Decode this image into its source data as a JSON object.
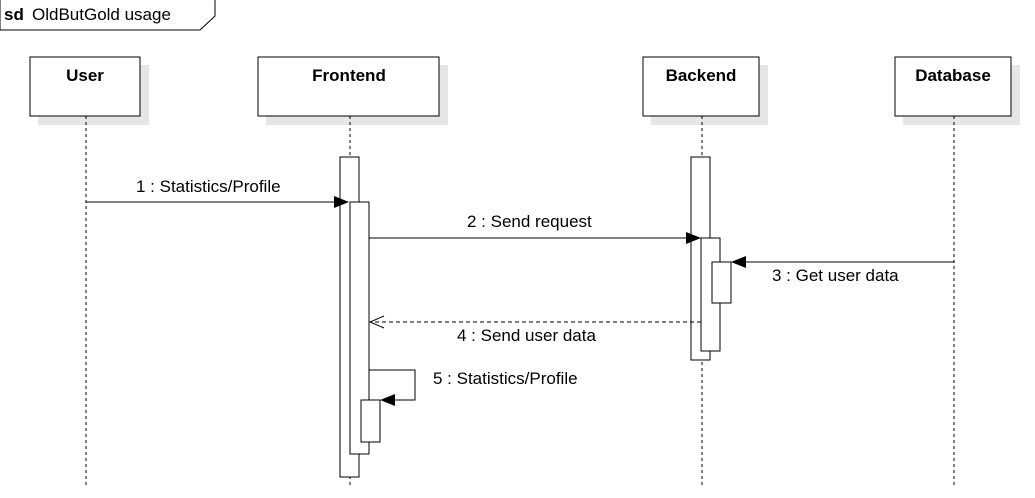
{
  "frame": {
    "keyword": "sd",
    "title": "OldButGold usage"
  },
  "lifelines": [
    {
      "name": "User"
    },
    {
      "name": "Frontend"
    },
    {
      "name": "Backend"
    },
    {
      "name": "Database"
    }
  ],
  "messages": [
    {
      "label": "1 : Statistics/Profile",
      "from": "User",
      "to": "Frontend",
      "style": "sync"
    },
    {
      "label": "2 : Send request",
      "from": "Frontend",
      "to": "Backend",
      "style": "sync"
    },
    {
      "label": "3 : Get user data",
      "from": "Database",
      "to": "Backend",
      "style": "sync"
    },
    {
      "label": "4 : Send user data",
      "from": "Backend",
      "to": "Frontend",
      "style": "return"
    },
    {
      "label": "5 : Statistics/Profile",
      "from": "Frontend",
      "to": "Frontend",
      "style": "self"
    }
  ]
}
